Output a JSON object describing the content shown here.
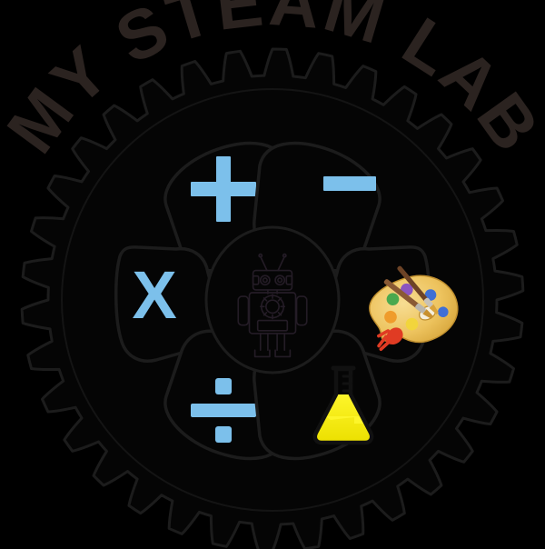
{
  "logo": {
    "name": "My STEAM Lab gear logo",
    "background_color": "#000000",
    "wordmark": {
      "text": "MY STEAM LAB",
      "color": "#2b2320",
      "style": "bold-condensed-arc",
      "position": "top-arc"
    },
    "gear": {
      "tooth_count": 34,
      "outline_color": "#1c1c1c",
      "fill_color": "#050505",
      "stroke_width": 3
    },
    "hub": {
      "label": "robot",
      "icon": "robot-icon",
      "outline_color": "#1c1c1c",
      "detail_color": "#241c26",
      "description": "Robot with antennae, two round eyes, gear on chest, arms and legs"
    },
    "segments": [
      {
        "id": "plus",
        "label": "Plus",
        "icon": "plus-icon",
        "symbol": "+",
        "color": "#7cc0eb",
        "position": "top-left",
        "angle": -60
      },
      {
        "id": "minus",
        "label": "Minus",
        "icon": "minus-icon",
        "symbol": "−",
        "color": "#7cc0eb",
        "position": "top-right",
        "angle": -120
      },
      {
        "id": "multiply",
        "label": "Multiply",
        "icon": "multiply-icon",
        "symbol": "X",
        "color": "#7cc0eb",
        "position": "left",
        "angle": 180
      },
      {
        "id": "art",
        "label": "Art palette",
        "icon": "paint-palette-icon",
        "symbol": "",
        "color": "#efc05a",
        "position": "right",
        "angle": 0
      },
      {
        "id": "divide",
        "label": "Divide",
        "icon": "divide-icon",
        "symbol": "÷",
        "color": "#7cc0eb",
        "position": "bottom-left",
        "angle": 120
      },
      {
        "id": "science",
        "label": "Science flask",
        "icon": "erlenmeyer-flask-icon",
        "symbol": "",
        "color": "#f5ec00",
        "position": "bottom-right",
        "angle": 60
      }
    ],
    "palette_colors": {
      "base": "#edc35e",
      "base_shadow": "#d7a63c",
      "dab_green": "#4aa94e",
      "dab_purple": "#8a55c0",
      "dab_orange": "#ef9c2c",
      "dab_blue": "#3f6fd4",
      "dab_yellow": "#f2d53c",
      "dab_white": "#f4f0e2",
      "brush_handle": "#8a5a34",
      "brush_tip": "#c8902f",
      "paint_red": "#e03b23"
    },
    "flask_colors": {
      "liquid": "#f5ec00",
      "outline": "#111111"
    }
  }
}
